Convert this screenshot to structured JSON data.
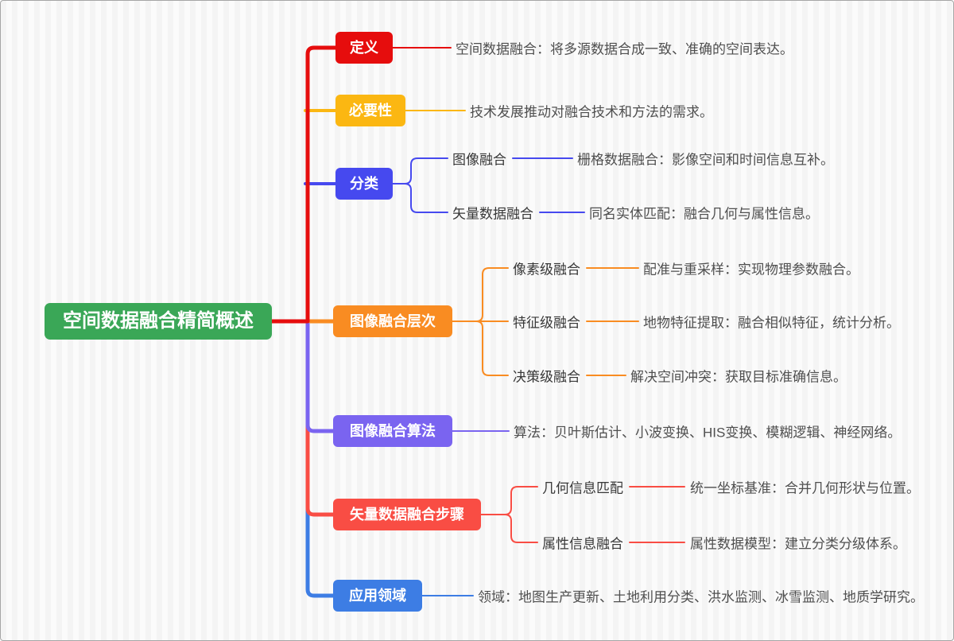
{
  "root": {
    "label": "空间数据融合精简概述",
    "color": "#3aa757"
  },
  "branches": [
    {
      "label": "定义",
      "color": "#e60d0d",
      "note": "空间数据融合：将多源数据合成一致、准确的空间表达。"
    },
    {
      "label": "必要性",
      "color": "#fbb712",
      "note": "技术发展推动对融合技术和方法的需求。"
    },
    {
      "label": "分类",
      "color": "#4649ef",
      "children": [
        {
          "label": "图像融合",
          "note": "栅格数据融合：影像空间和时间信息互补。"
        },
        {
          "label": "矢量数据融合",
          "note": "同名实体匹配：融合几何与属性信息。"
        }
      ]
    },
    {
      "label": "图像融合层次",
      "color": "#f98c22",
      "children": [
        {
          "label": "像素级融合",
          "note": "配准与重采样：实现物理参数融合。"
        },
        {
          "label": "特征级融合",
          "note": "地物特征提取：融合相似特征，统计分析。"
        },
        {
          "label": "决策级融合",
          "note": "解决空间冲突：获取目标准确信息。"
        }
      ]
    },
    {
      "label": "图像融合算法",
      "color": "#7a64f0",
      "note": "算法：贝叶斯估计、小波变换、HIS变换、模糊逻辑、神经网络。"
    },
    {
      "label": "矢量数据融合步骤",
      "color": "#f94d44",
      "children": [
        {
          "label": "几何信息匹配",
          "note": "统一坐标基准：合并几何形状与位置。"
        },
        {
          "label": "属性信息融合",
          "note": "属性数据模型：建立分类分级体系。"
        }
      ]
    },
    {
      "label": "应用领域",
      "color": "#3d7de4",
      "note": "领域：地图生产更新、土地利用分类、洪水监测、冰雪监测、地质学研究。"
    }
  ]
}
